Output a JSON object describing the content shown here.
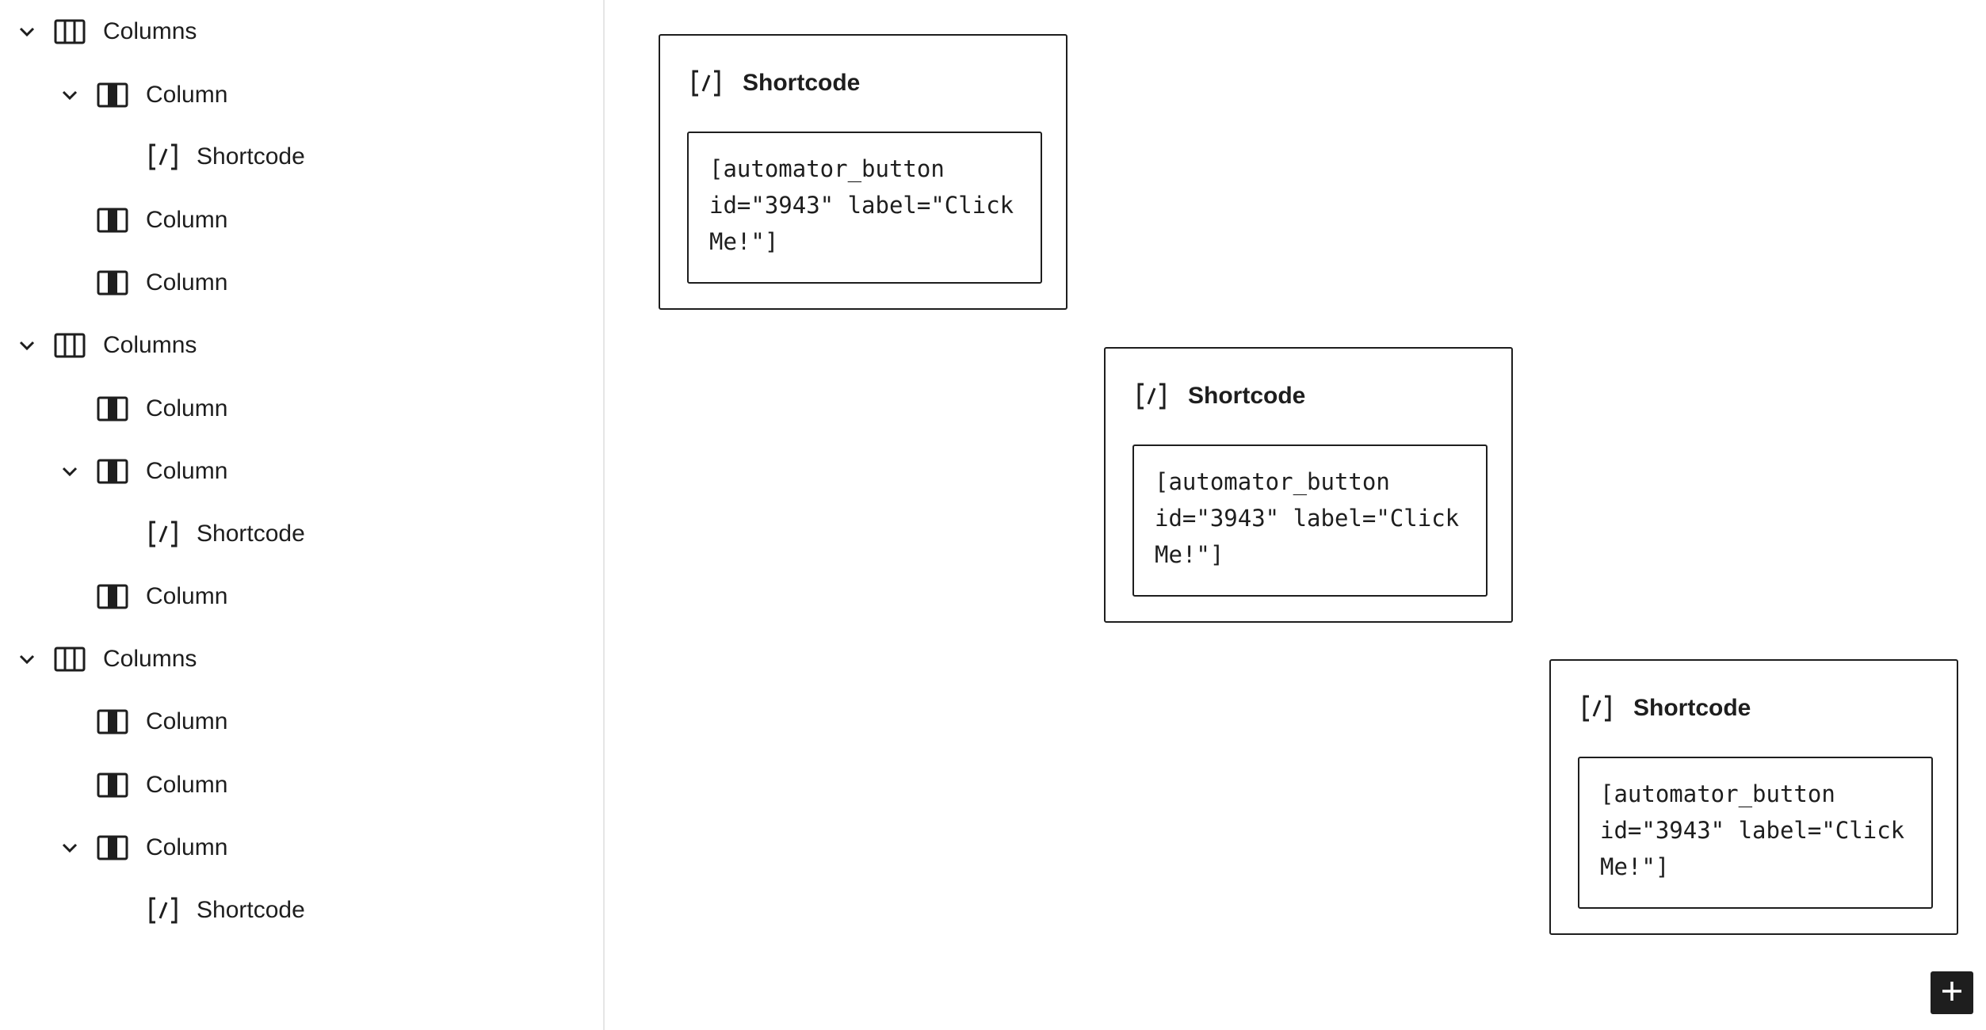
{
  "list_view": {
    "items": [
      {
        "label": "Columns",
        "icon": "columns-icon",
        "expanded": true
      },
      {
        "label": "Column",
        "icon": "column-icon",
        "expanded": true
      },
      {
        "label": "Shortcode",
        "icon": "shortcode-icon"
      },
      {
        "label": "Column",
        "icon": "column-icon"
      },
      {
        "label": "Column",
        "icon": "column-icon"
      },
      {
        "label": "Columns",
        "icon": "columns-icon",
        "expanded": true
      },
      {
        "label": "Column",
        "icon": "column-icon"
      },
      {
        "label": "Column",
        "icon": "column-icon",
        "expanded": true
      },
      {
        "label": "Shortcode",
        "icon": "shortcode-icon"
      },
      {
        "label": "Column",
        "icon": "column-icon"
      },
      {
        "label": "Columns",
        "icon": "columns-icon",
        "expanded": true
      },
      {
        "label": "Column",
        "icon": "column-icon"
      },
      {
        "label": "Column",
        "icon": "column-icon"
      },
      {
        "label": "Column",
        "icon": "column-icon",
        "expanded": true
      },
      {
        "label": "Shortcode",
        "icon": "shortcode-icon"
      }
    ]
  },
  "canvas": {
    "shortcode_blocks": [
      {
        "title": "Shortcode",
        "value": "[automator_button id=\"3943\" label=\"Click Me!\"]"
      },
      {
        "title": "Shortcode",
        "value": "[automator_button id=\"3943\" label=\"Click Me!\"]"
      },
      {
        "title": "Shortcode",
        "value": "[automator_button id=\"3943\" label=\"Click Me!\"]"
      }
    ],
    "inserter_icon": "plus-icon"
  }
}
